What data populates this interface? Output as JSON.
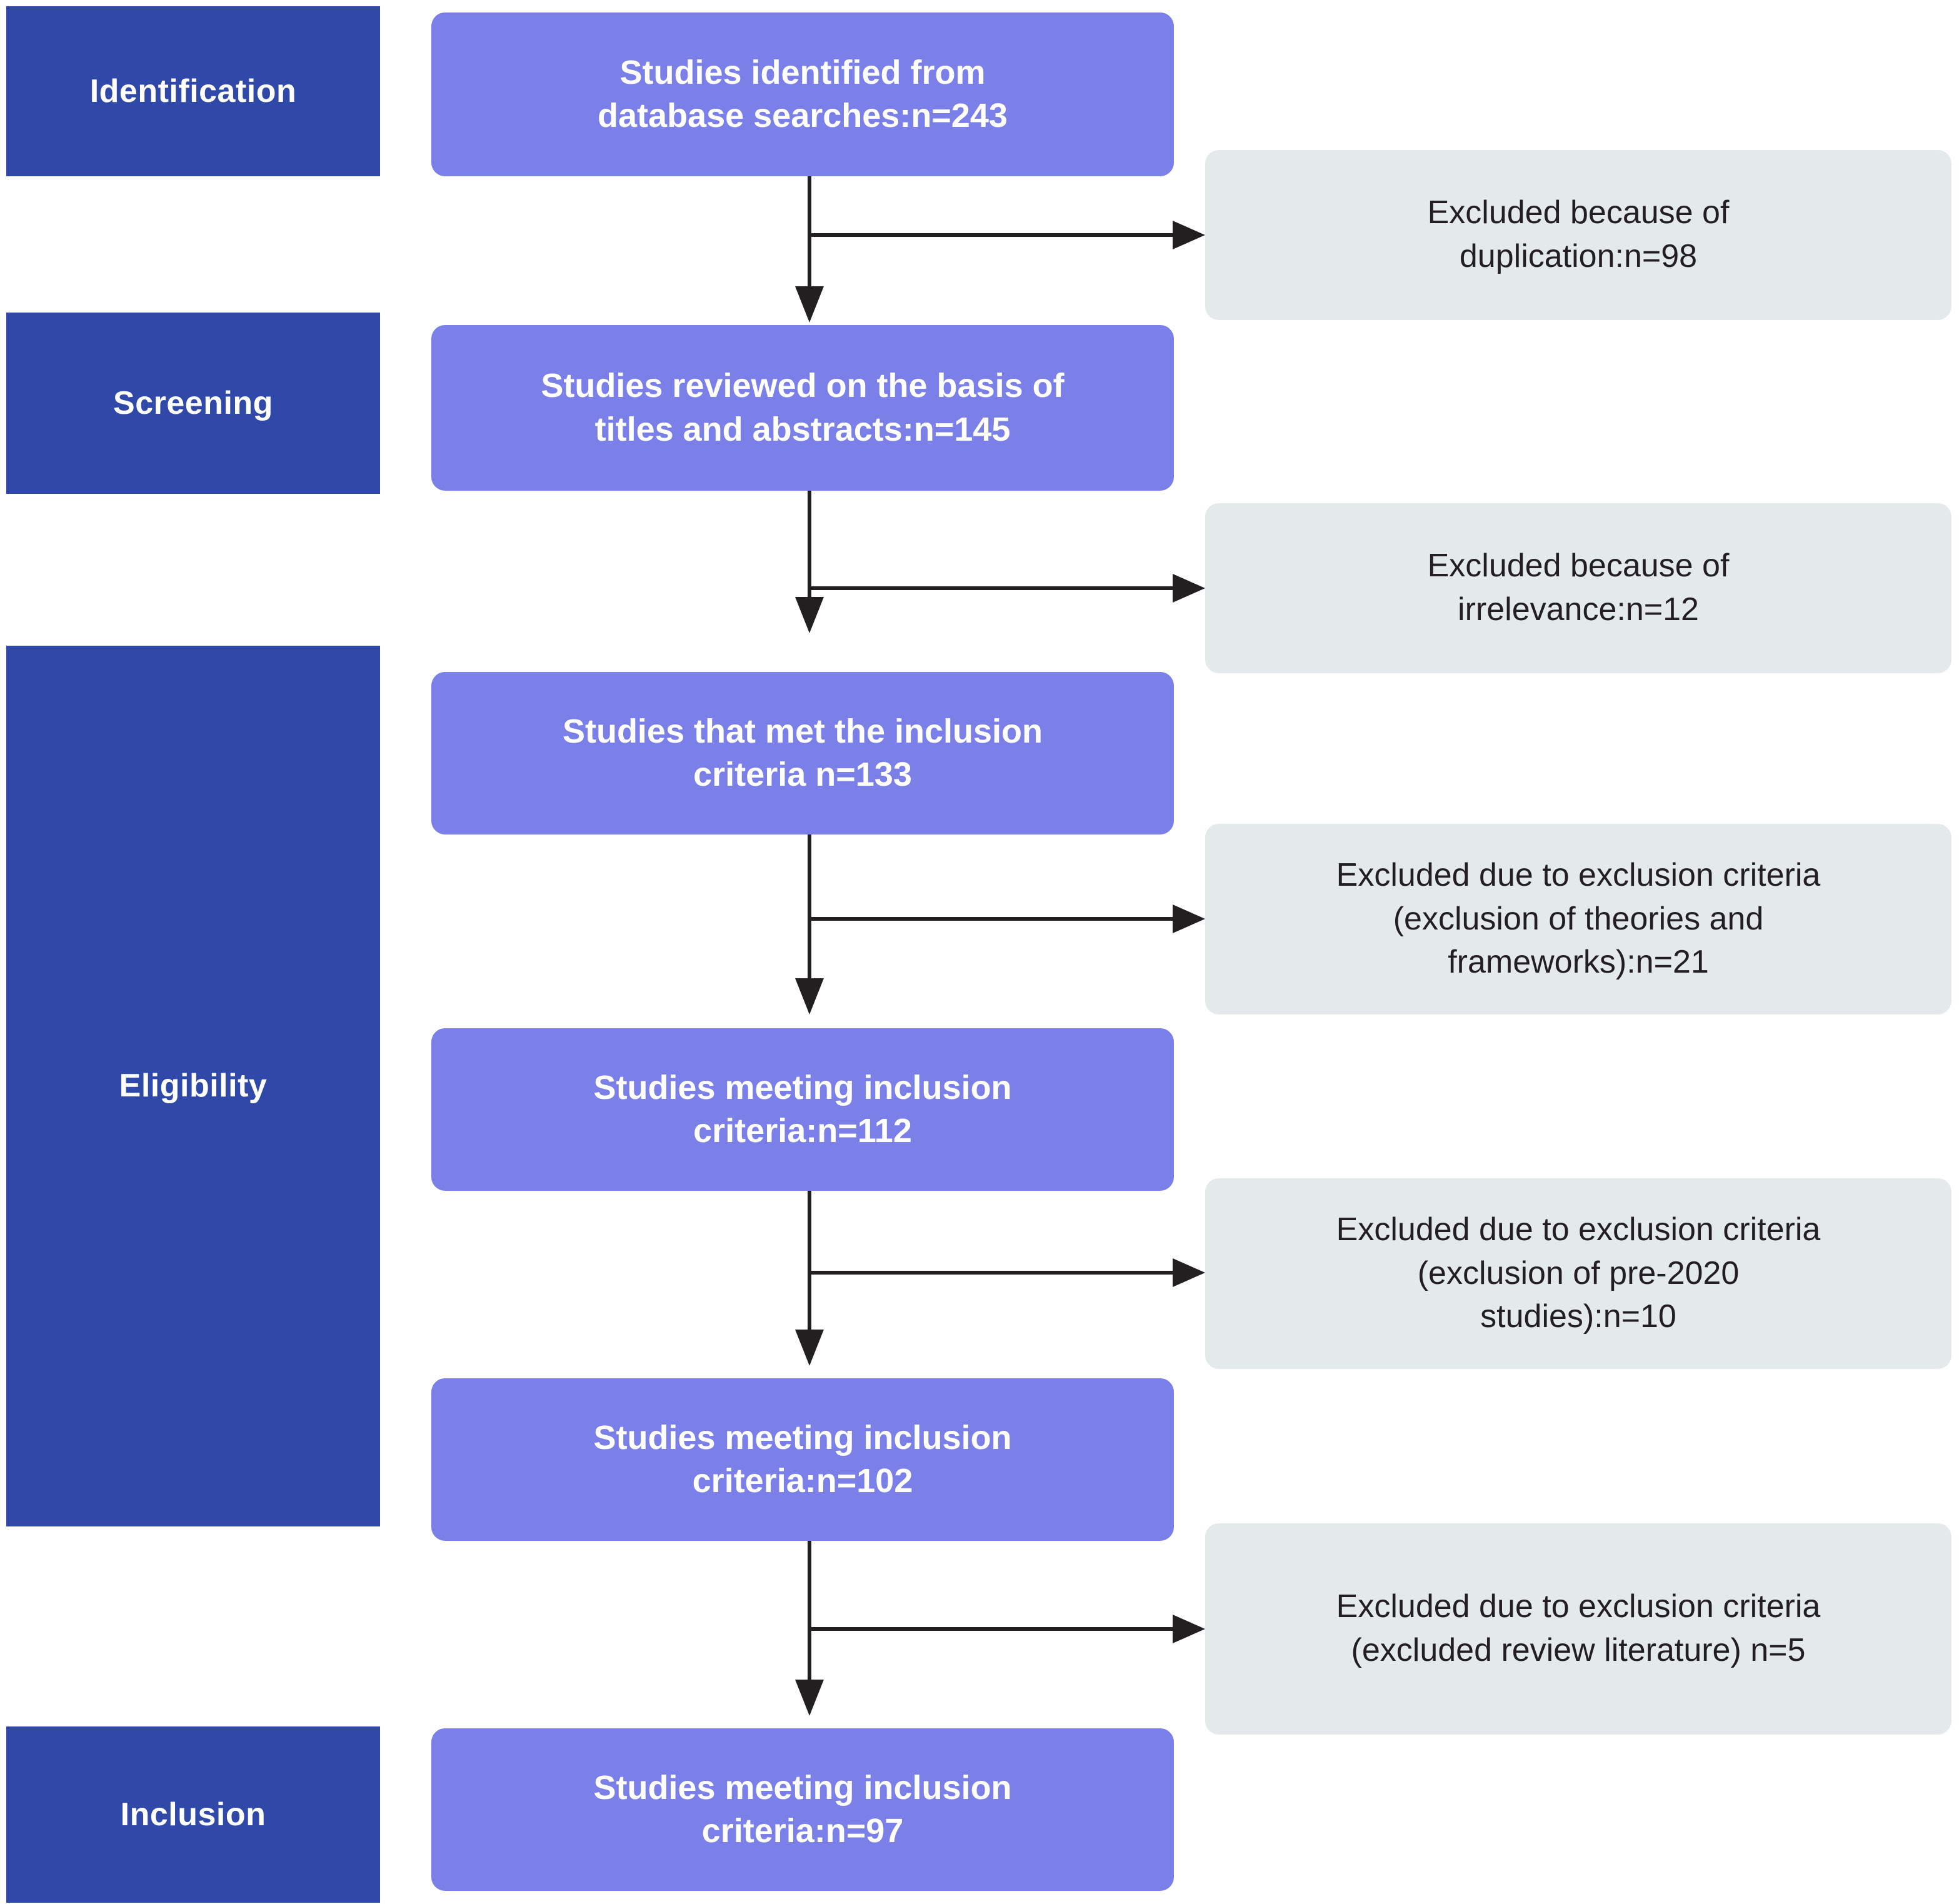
{
  "diagram": {
    "type": "prisma-flow-diagram",
    "colors": {
      "stage_label_bg": "#3049A8",
      "stage_label_text": "#FFFFFF",
      "flow_box_bg": "#7B80E8",
      "flow_box_text": "#FFFFFF",
      "exclusion_box_bg": "#E4E9EC",
      "exclusion_box_text": "#231F20",
      "connector": "#231F20",
      "page_bg": "#FFFFFF"
    },
    "stages": [
      {
        "label": "Identification"
      },
      {
        "label": "Screening"
      },
      {
        "label": "Eligibility"
      },
      {
        "label": "Inclusion"
      }
    ],
    "flow_boxes": [
      {
        "id": "identified",
        "line1": "Studies identified from",
        "line2": "database searches:n=243",
        "n": 243
      },
      {
        "id": "reviewed",
        "line1": "Studies reviewed on the basis of",
        "line2": "titles and abstracts:n=145",
        "n": 145
      },
      {
        "id": "met-inclusion",
        "line1": "Studies that met the inclusion",
        "line2": "criteria n=133",
        "n": 133
      },
      {
        "id": "meeting-112",
        "line1": "Studies meeting inclusion",
        "line2": "criteria:n=112",
        "n": 112
      },
      {
        "id": "meeting-102",
        "line1": "Studies meeting inclusion",
        "line2": "criteria:n=102",
        "n": 102
      },
      {
        "id": "meeting-97",
        "line1": "Studies meeting inclusion",
        "line2": "criteria:n=97",
        "n": 97
      }
    ],
    "exclusion_boxes": [
      {
        "id": "excl-duplication",
        "line1": "Excluded because of",
        "line2": "duplication:n=98",
        "line3": "",
        "n": 98
      },
      {
        "id": "excl-irrelevance",
        "line1": "Excluded because of",
        "line2": "irrelevance:n=12",
        "line3": "",
        "n": 12
      },
      {
        "id": "excl-theories",
        "line1": "Excluded due to exclusion criteria",
        "line2": "(exclusion of theories and",
        "line3": "frameworks):n=21",
        "n": 21
      },
      {
        "id": "excl-pre2020",
        "line1": "Excluded due to exclusion criteria",
        "line2": "(exclusion of pre-2020",
        "line3": "studies):n=10",
        "n": 10
      },
      {
        "id": "excl-review-lit",
        "line1": "Excluded due to exclusion criteria",
        "line2": "(excluded review literature) n=5",
        "line3": "",
        "n": 5
      }
    ]
  }
}
